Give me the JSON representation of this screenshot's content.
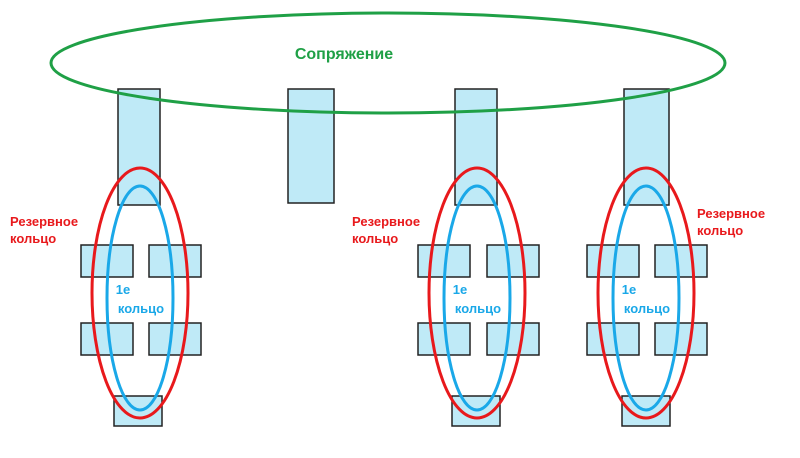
{
  "title_label": "Сопряжение",
  "colors": {
    "interface_ring": "#1fa046",
    "backup_ring": "#e8191c",
    "primary_ring": "#1aa8e8",
    "box_fill": "#bfeaf7",
    "box_stroke": "#222222"
  },
  "groups": [
    {
      "backup_label": [
        "Резервное",
        "кольцо"
      ],
      "primary_label": [
        "1е",
        "кольцо"
      ]
    },
    {
      "backup_label": [
        "Резервное",
        "кольцо"
      ],
      "primary_label": [
        "1е",
        "кольцо"
      ]
    },
    {
      "backup_label": [
        "Резервное",
        "кольцо"
      ],
      "primary_label": [
        "1е",
        "кольцо"
      ]
    }
  ]
}
